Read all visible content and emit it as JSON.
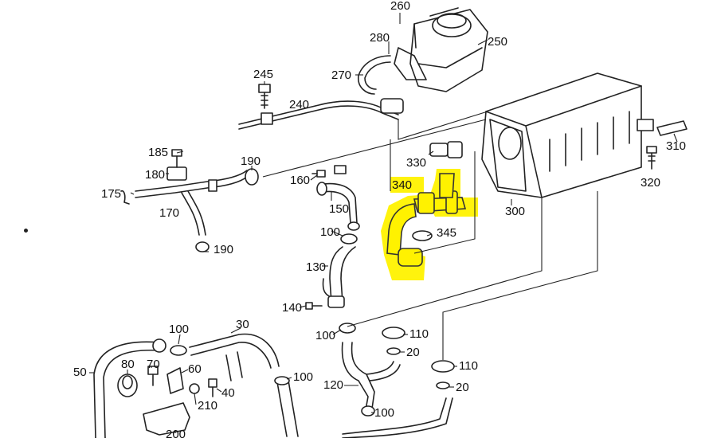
{
  "diagram": {
    "highlight_color": "#fff200",
    "highlighted_part": "340",
    "callouts": [
      {
        "id": "260",
        "label": "260"
      },
      {
        "id": "280",
        "label": "280"
      },
      {
        "id": "250",
        "label": "250"
      },
      {
        "id": "270",
        "label": "270"
      },
      {
        "id": "245",
        "label": "245"
      },
      {
        "id": "240",
        "label": "240"
      },
      {
        "id": "185",
        "label": "185"
      },
      {
        "id": "190a",
        "label": "190"
      },
      {
        "id": "180",
        "label": "180"
      },
      {
        "id": "160",
        "label": "160"
      },
      {
        "id": "330",
        "label": "330"
      },
      {
        "id": "310",
        "label": "310"
      },
      {
        "id": "175",
        "label": "175"
      },
      {
        "id": "340",
        "label": "340"
      },
      {
        "id": "320",
        "label": "320"
      },
      {
        "id": "170",
        "label": "170"
      },
      {
        "id": "150",
        "label": "150"
      },
      {
        "id": "300",
        "label": "300"
      },
      {
        "id": "190b",
        "label": "190"
      },
      {
        "id": "100a",
        "label": "100"
      },
      {
        "id": "345",
        "label": "345"
      },
      {
        "id": "130",
        "label": "130"
      },
      {
        "id": "140",
        "label": "140"
      },
      {
        "id": "100b",
        "label": "100"
      },
      {
        "id": "30",
        "label": "30"
      },
      {
        "id": "100c",
        "label": "100"
      },
      {
        "id": "110a",
        "label": "110"
      },
      {
        "id": "20a",
        "label": "20"
      },
      {
        "id": "50",
        "label": "50"
      },
      {
        "id": "80",
        "label": "80"
      },
      {
        "id": "70",
        "label": "70"
      },
      {
        "id": "60",
        "label": "60"
      },
      {
        "id": "100d",
        "label": "100"
      },
      {
        "id": "110b",
        "label": "110"
      },
      {
        "id": "120",
        "label": "120"
      },
      {
        "id": "40",
        "label": "40"
      },
      {
        "id": "20b",
        "label": "20"
      },
      {
        "id": "210",
        "label": "210"
      },
      {
        "id": "100e",
        "label": "100"
      },
      {
        "id": "200",
        "label": "200"
      }
    ]
  }
}
